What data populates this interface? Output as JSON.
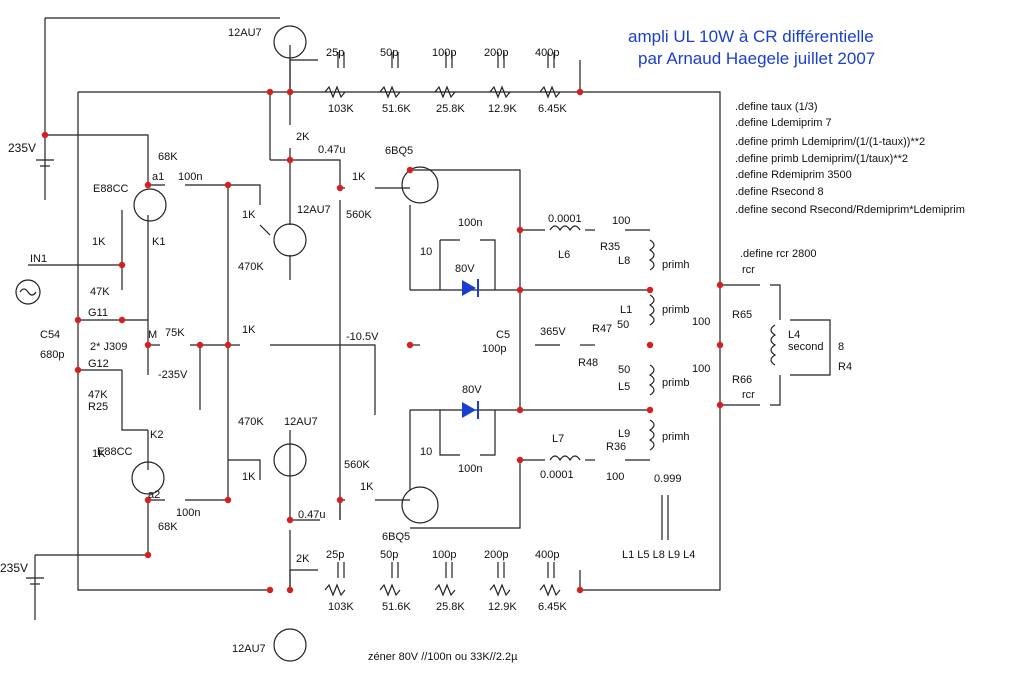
{
  "title": {
    "line1": "ampli UL 10W  à  CR différentielle",
    "line2": "par Arnaud Haegele  juillet 2007",
    "color": "#1a3fd0"
  },
  "defines": [
    ".define taux (1/3)",
    ".define Ldemiprim 7",
    ".define primh Ldemiprim/(1/(1-taux))**2",
    ".define primb Ldemiprim/(1/taux)**2",
    ".define Rdemiprim 3500",
    ".define Rsecond 8",
    ".define second Rsecond/Rdemiprim*Ldemiprim"
  ],
  "define_rcr": ".define rcr 2800",
  "supplies": {
    "top": "235V",
    "bottom": "235V",
    "bias": "-235V",
    "neg": "-10.5V",
    "screen": "365V"
  },
  "tubes": {
    "e88cc": "E88CC",
    "12au7": "12AU7",
    "6bq5": "6BQ5",
    "j309": "2* J309"
  },
  "nodes": {
    "a1": "a1",
    "a2": "a2",
    "k1": "K1",
    "k2": "K2",
    "m": "M",
    "in1": "IN1",
    "g11": "G11",
    "g12": "G12"
  },
  "ladder": {
    "caps": [
      "25p",
      "50p",
      "100p",
      "200p",
      "400p"
    ],
    "res": [
      "103K",
      "51.6K",
      "25.8K",
      "12.9K",
      "6.45K"
    ]
  },
  "parts": {
    "r68k": "68K",
    "c100n": "100n",
    "r1k": "1K",
    "r47k": "47K",
    "r25": "R25",
    "c54": "C54",
    "c680p": "680p",
    "r75k": "75K",
    "r470k": "470K",
    "r2k": "2K",
    "c047u": "0.47u",
    "r560k": "560K",
    "r10": "10",
    "z80v": "80V",
    "c5": "C5",
    "c100p": "100p",
    "c0001": "0.0001",
    "r100": "100",
    "l6": "L6",
    "l7": "L7",
    "r35": "R35",
    "r36": "R36",
    "l8": "L8",
    "l9": "L9",
    "l1": "L1",
    "l5": "L5",
    "primh": "primh",
    "primb": "primb",
    "r50": "50",
    "r47": "R47",
    "r48": "R48",
    "r65": "R65",
    "r66": "R66",
    "rcr": "rcr",
    "l4": "L4",
    "second": "second",
    "r8": "8",
    "r4": "R4",
    "k0999": "0.999",
    "coupled": "L1 L5  L8 L9 L4"
  },
  "note": "zéner 80V //100n ou 33K//2.2µ",
  "node_color": "#d62020"
}
